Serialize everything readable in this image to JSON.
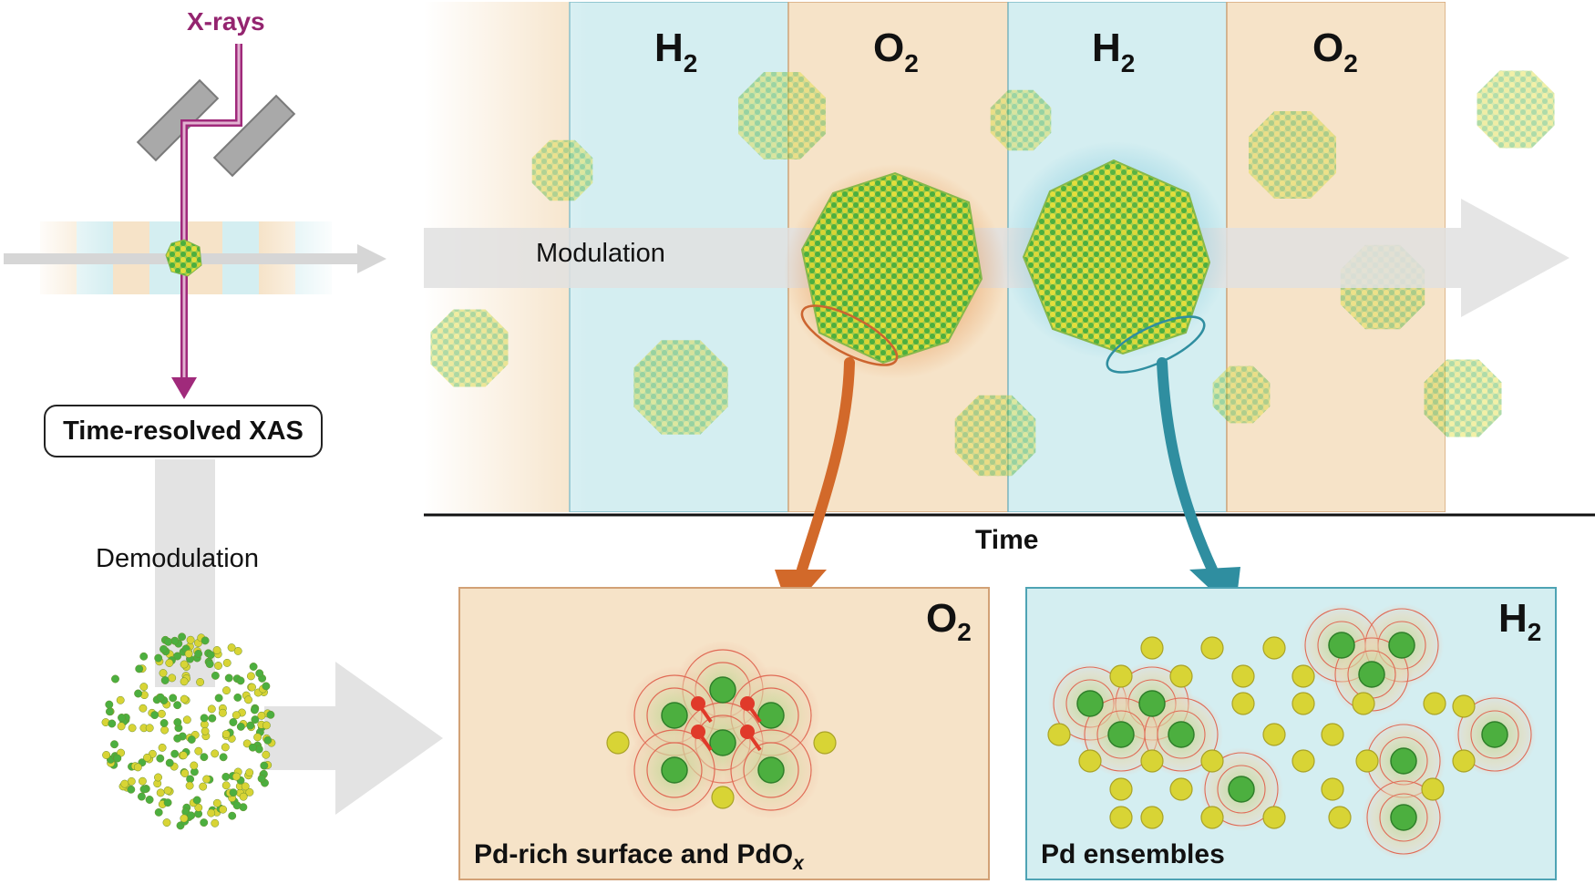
{
  "labels": {
    "xrays": "X-rays",
    "xas": "Time-resolved XAS",
    "demodulation": "Demodulation",
    "modulation": "Modulation",
    "time": "Time"
  },
  "phases": [
    {
      "gas": "H",
      "sub": "2"
    },
    {
      "gas": "O",
      "sub": "2"
    },
    {
      "gas": "H",
      "sub": "2"
    },
    {
      "gas": "O",
      "sub": "2"
    }
  ],
  "insets": {
    "oxygen": {
      "gas": "O",
      "sub": "2",
      "caption_main": "Pd-rich surface and PdO",
      "caption_sub": "x"
    },
    "hydrogen": {
      "gas": "H",
      "sub": "2",
      "caption": "Pd ensembles"
    }
  },
  "colors": {
    "oxygen_phase": "#f6e3c8",
    "hydrogen_phase": "#d4eef1",
    "xray_beam": "#a02a7b",
    "orange_arrow": "#d2692a",
    "teal_arrow": "#2f8ea0",
    "pd_atom": "#4caf3f",
    "au_atom": "#d8d435",
    "o_atom": "#e03a2a",
    "gray_arrow": "#e1e1e1"
  }
}
